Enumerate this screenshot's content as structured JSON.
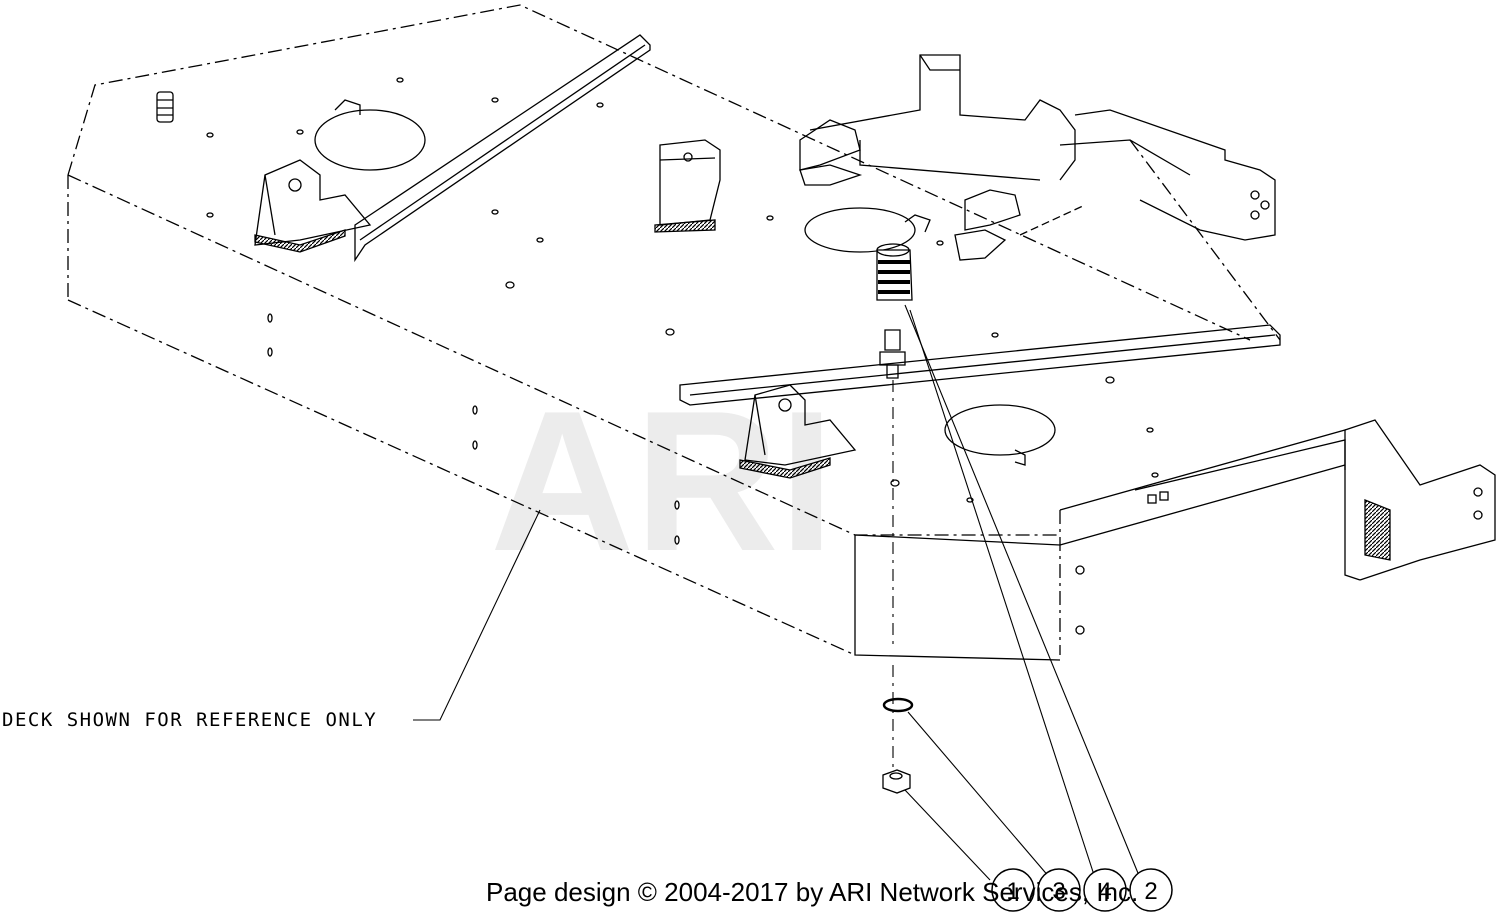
{
  "diagram": {
    "reference_note": "DECK SHOWN FOR REFERENCE ONLY",
    "watermark": "ARI",
    "callouts": [
      {
        "label": "1"
      },
      {
        "label": "3"
      },
      {
        "label": "4"
      },
      {
        "label": "2"
      }
    ],
    "footer": "Page design © 2004-2017 by ARI Network Services, Inc."
  },
  "colors": {
    "line": "#000000",
    "background": "#ffffff",
    "watermark": "#d8d8d8"
  }
}
